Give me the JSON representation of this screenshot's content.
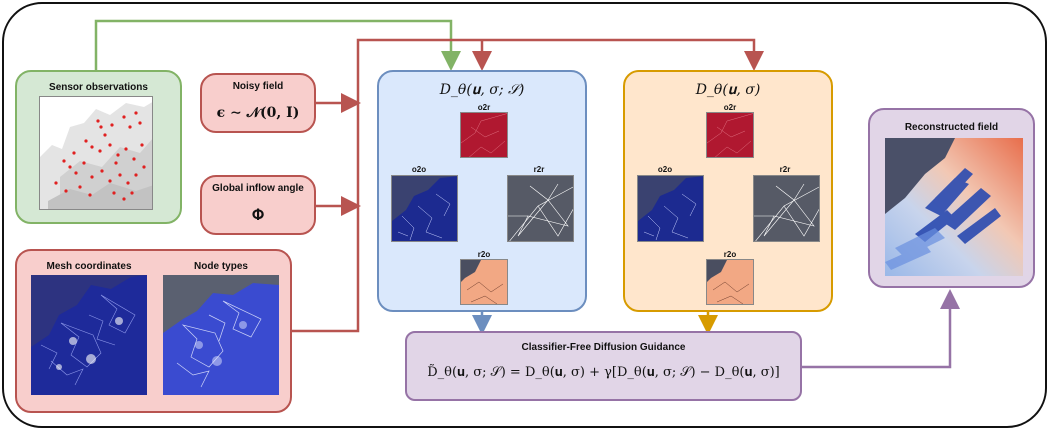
{
  "sensor": {
    "title": "Sensor observations"
  },
  "noisy": {
    "title": "Noisy field",
    "formula": "ϵ ∼ 𝒩(0, 𝐈)"
  },
  "inflow": {
    "title": "Global inflow angle",
    "symbol": "𝚽"
  },
  "mesh": {
    "coords_title": "Mesh coordinates",
    "types_title": "Node types"
  },
  "cond_model": {
    "title": "D_θ(𝐮, σ; 𝒮)",
    "nodes": {
      "top": "o2r",
      "left": "o2o",
      "right": "r2r",
      "bottom": "r2o"
    }
  },
  "uncond_model": {
    "title": "D_θ(𝐮, σ)",
    "nodes": {
      "top": "o2r",
      "left": "o2o",
      "right": "r2r",
      "bottom": "r2o"
    }
  },
  "cfg": {
    "title": "Classifier-Free Diffusion Guidance",
    "formula": "D̃_θ(𝐮, σ; 𝒮) = D_θ(𝐮, σ) + γ[D_θ(𝐮, σ; 𝒮) − D_θ(𝐮, σ)]"
  },
  "recon": {
    "title": "Reconstructed field"
  },
  "colors": {
    "green_edge": "#82b366",
    "red_edge": "#b85450",
    "blue_edge": "#6c8ebf",
    "orange_edge": "#d79b00",
    "purple_edge": "#9673a6",
    "mesh_navy": "#2a2f7a",
    "o2r_red": "#b01830",
    "r2o_salmon": "#f0a080"
  }
}
